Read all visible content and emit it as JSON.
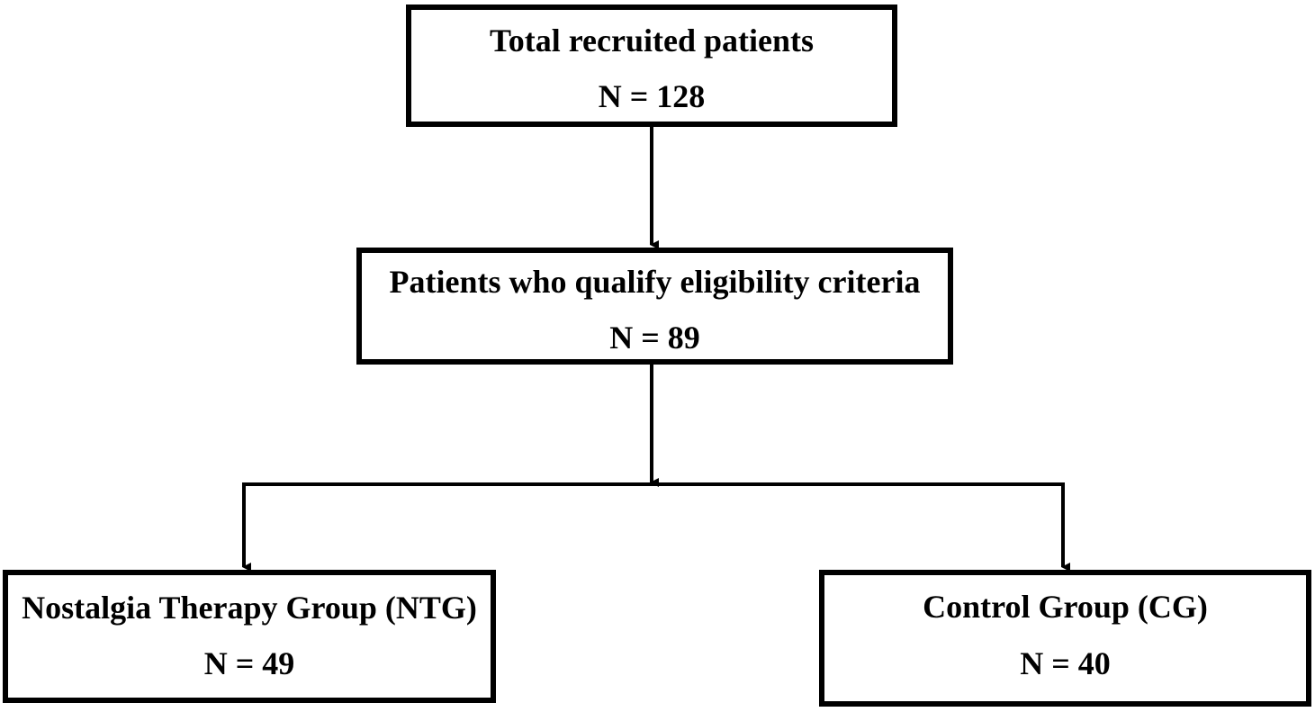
{
  "flowchart": {
    "total": {
      "title": "Total recruited patients",
      "count": "N = 128"
    },
    "eligible": {
      "title": "Patients who qualify eligibility criteria",
      "count": "N = 89"
    },
    "ntg": {
      "title": "Nostalgia Therapy Group (NTG)",
      "count": "N = 49"
    },
    "cg": {
      "title": "Control Group (CG)",
      "count": "N = 40"
    }
  },
  "colors": {
    "stroke": "#000000",
    "background": "#ffffff"
  }
}
